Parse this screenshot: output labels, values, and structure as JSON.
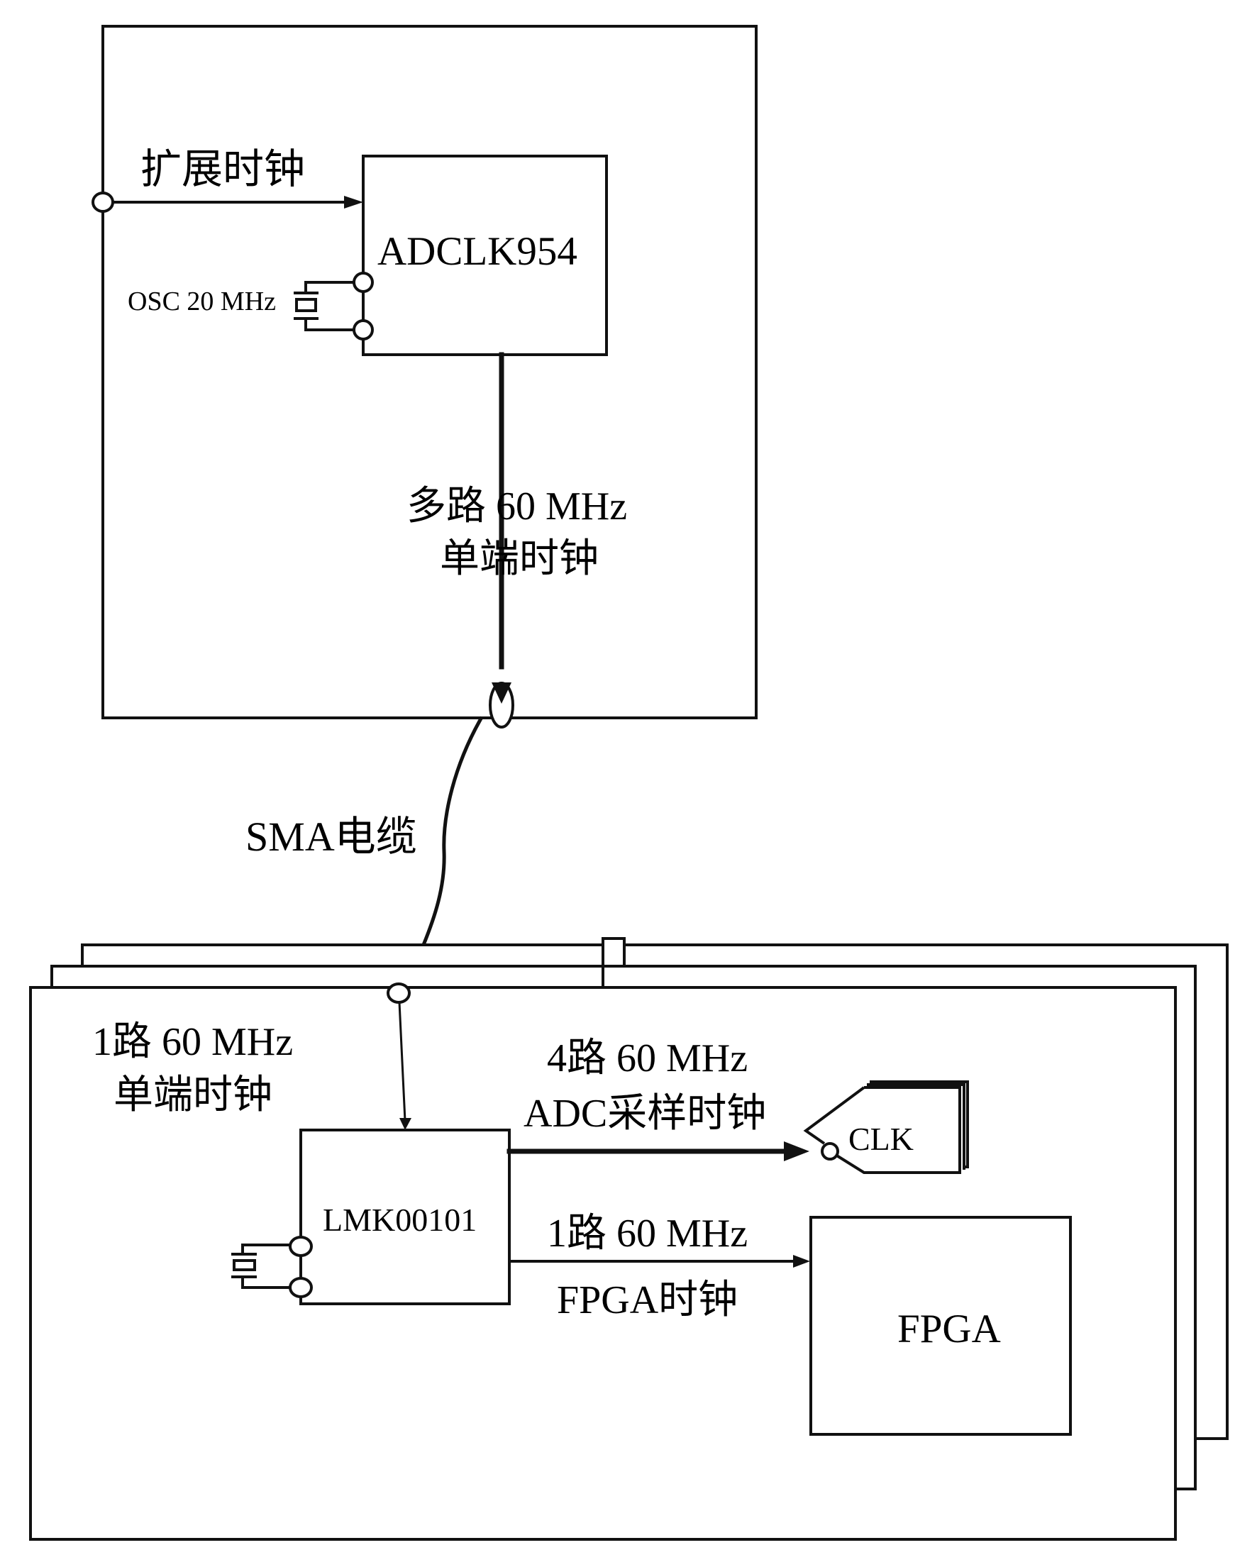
{
  "diagram": {
    "title": "",
    "source_board": {
      "ext_clock_label": "扩展时钟",
      "chip_label": "ADCLK954",
      "osc_label": "OSC 20 MHz",
      "output_label_line1": "多路 60 MHz",
      "output_label_line2": "单端时钟"
    },
    "cable": {
      "label": "SMA电缆"
    },
    "receiver_board": {
      "input_label_line1": "1路 60 MHz",
      "input_label_line2": "单端时钟",
      "chip_label": "LMK00101",
      "adc_clock_label_line1": "4路 60 MHz",
      "adc_clock_label_line2": "ADC采样时钟",
      "adc_clk_pin_label": "CLK",
      "fpga_clock_label_line1": "1路 60 MHz",
      "fpga_clock_label_line2": "FPGA时钟",
      "fpga_label": "FPGA",
      "stack_count": 3
    },
    "colors": {
      "line": "#111111",
      "background": "#ffffff"
    }
  }
}
